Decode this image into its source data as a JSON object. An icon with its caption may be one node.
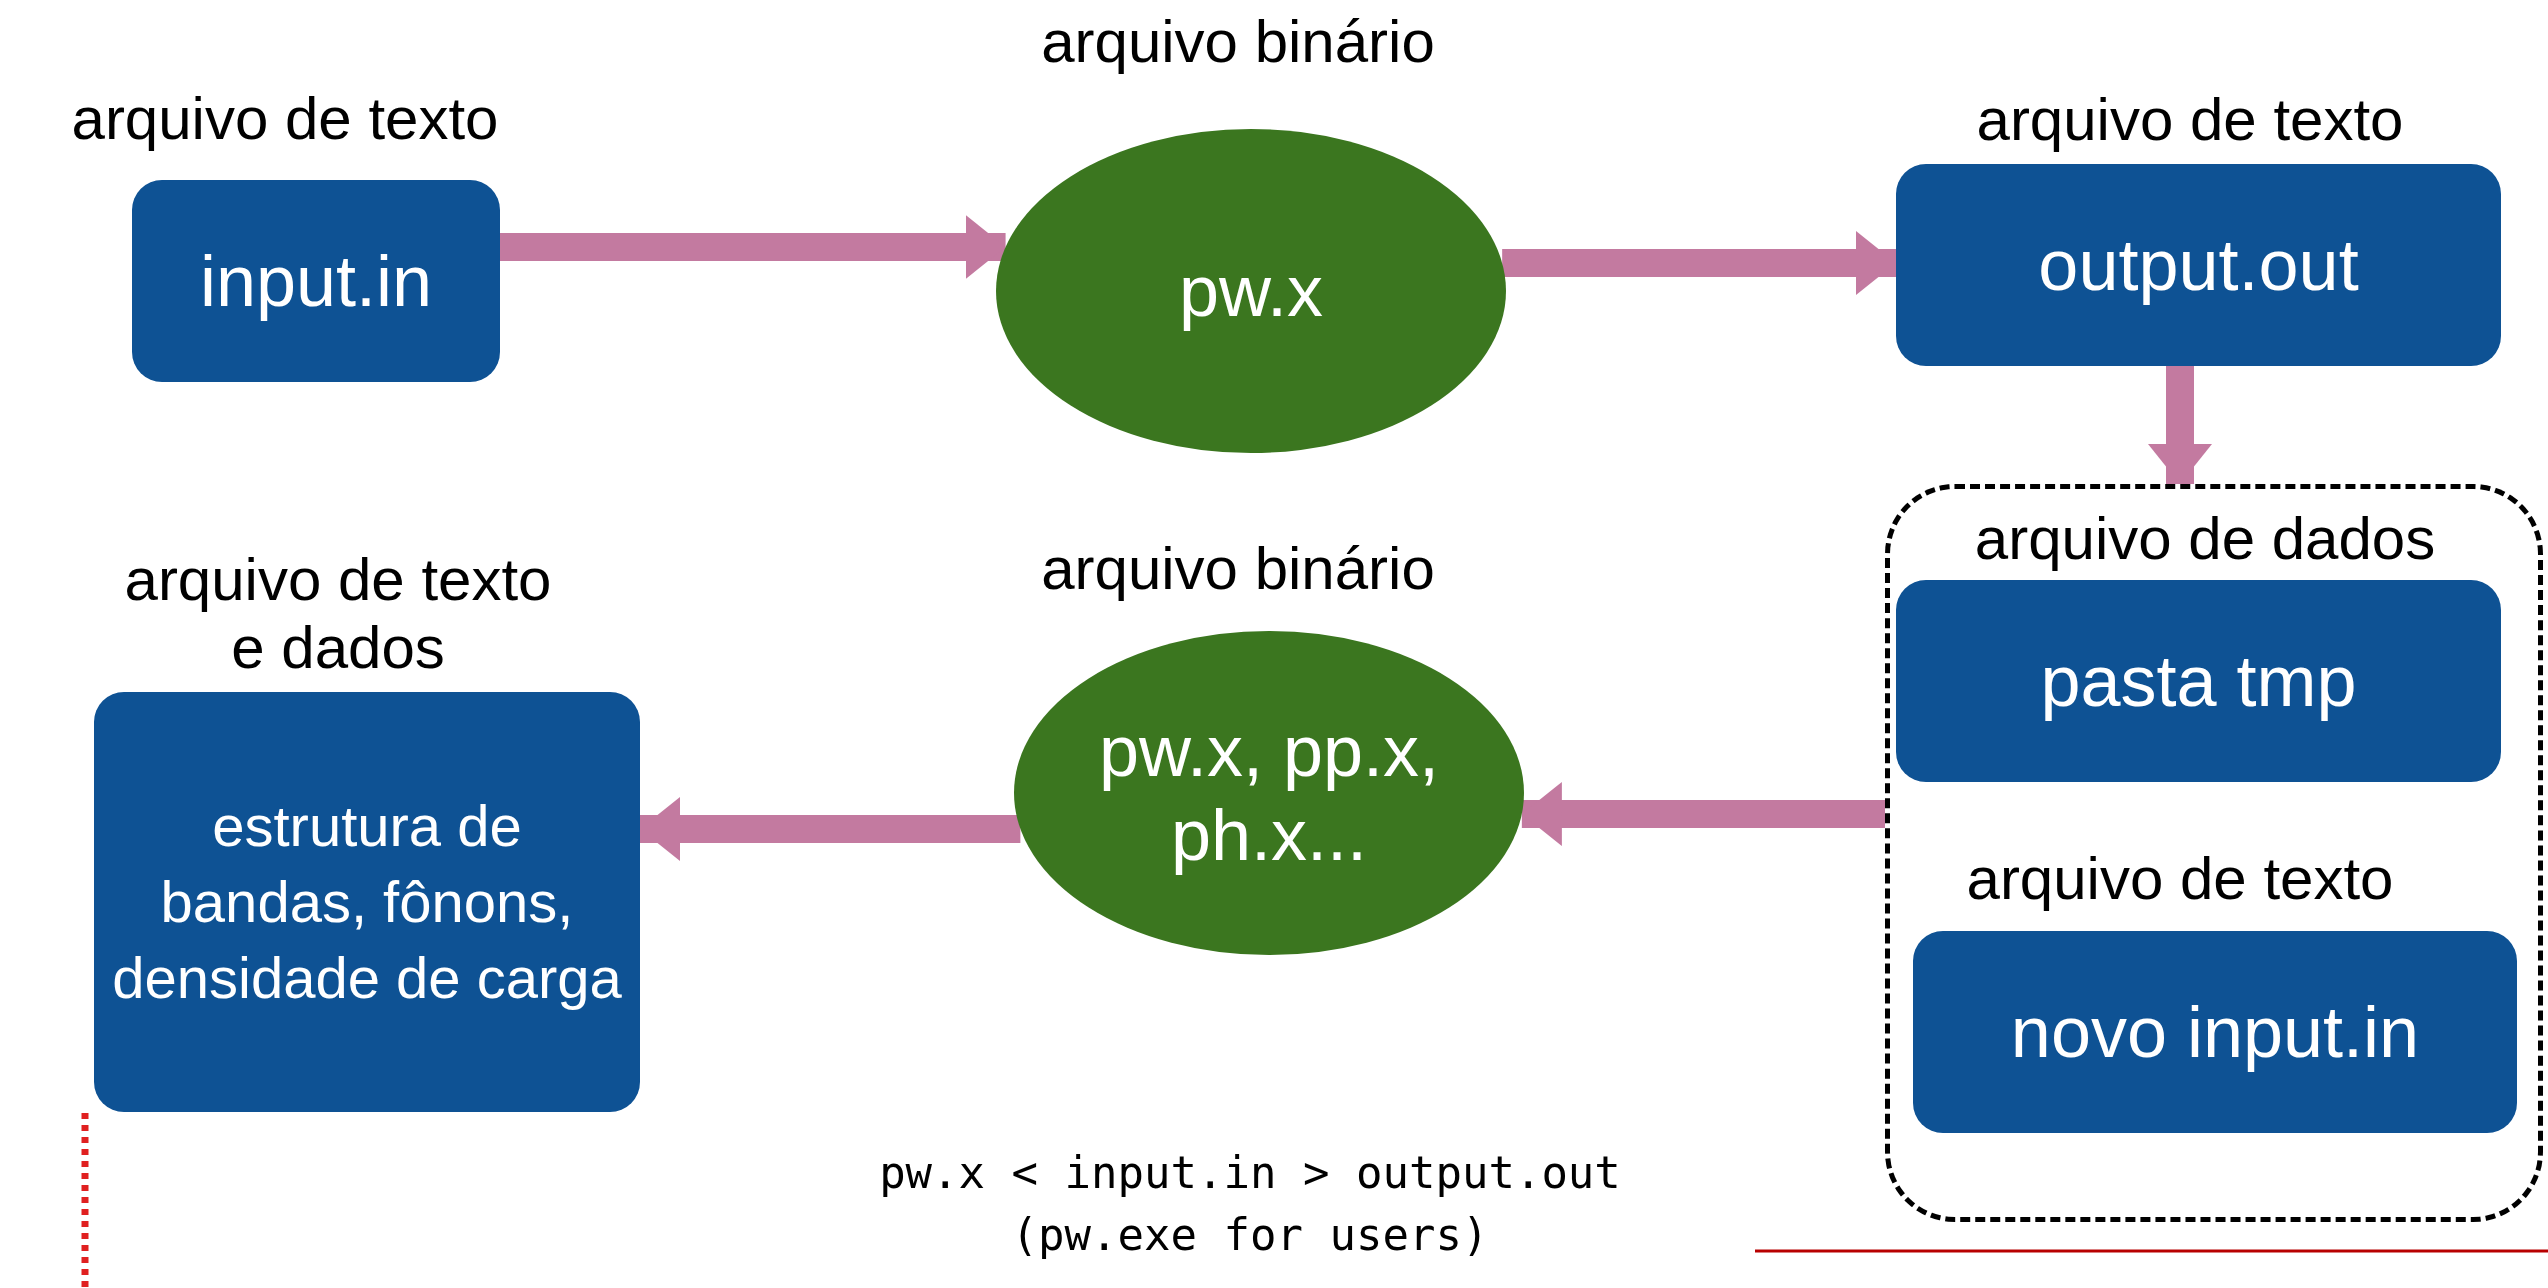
{
  "diagram": {
    "nodes": [
      {
        "text": [
          "arquivo de texto",
          "input.in"
        ]
      },
      {
        "text": [
          "arquivo binário",
          "pw.x"
        ]
      },
      {
        "text": [
          "arquivo de texto",
          "output.out"
        ]
      },
      {
        "text": [],
        "shape": "box"
      },
      {
        "text": [
          "arquivo de dados",
          "pasta tmp"
        ],
        "in": 3
      },
      {
        "text": [
          "arquivo de texto",
          "novo input.in"
        ],
        "in": 3
      },
      {
        "text": [
          "arquivo binário",
          "pw.x, pp.x, ph.x..."
        ]
      },
      {
        "text": [
          "arquivo de texto e dados",
          "estrutura de bandas, fônons, densidade de carga"
        ]
      }
    ],
    "edges": [
      {
        "from": 0,
        "to": 1,
        "arrow": "to"
      },
      {
        "from": 1,
        "to": 2,
        "arrow": "to"
      },
      {
        "from": 2,
        "to": 3,
        "arrow": "to"
      },
      {
        "from": 3,
        "to": 6,
        "arrow": "to"
      },
      {
        "from": 6,
        "to": 7,
        "arrow": "to"
      }
    ],
    "labels": [
      "pw.x < input.in > output.out",
      "(pw.exe for users)"
    ]
  }
}
